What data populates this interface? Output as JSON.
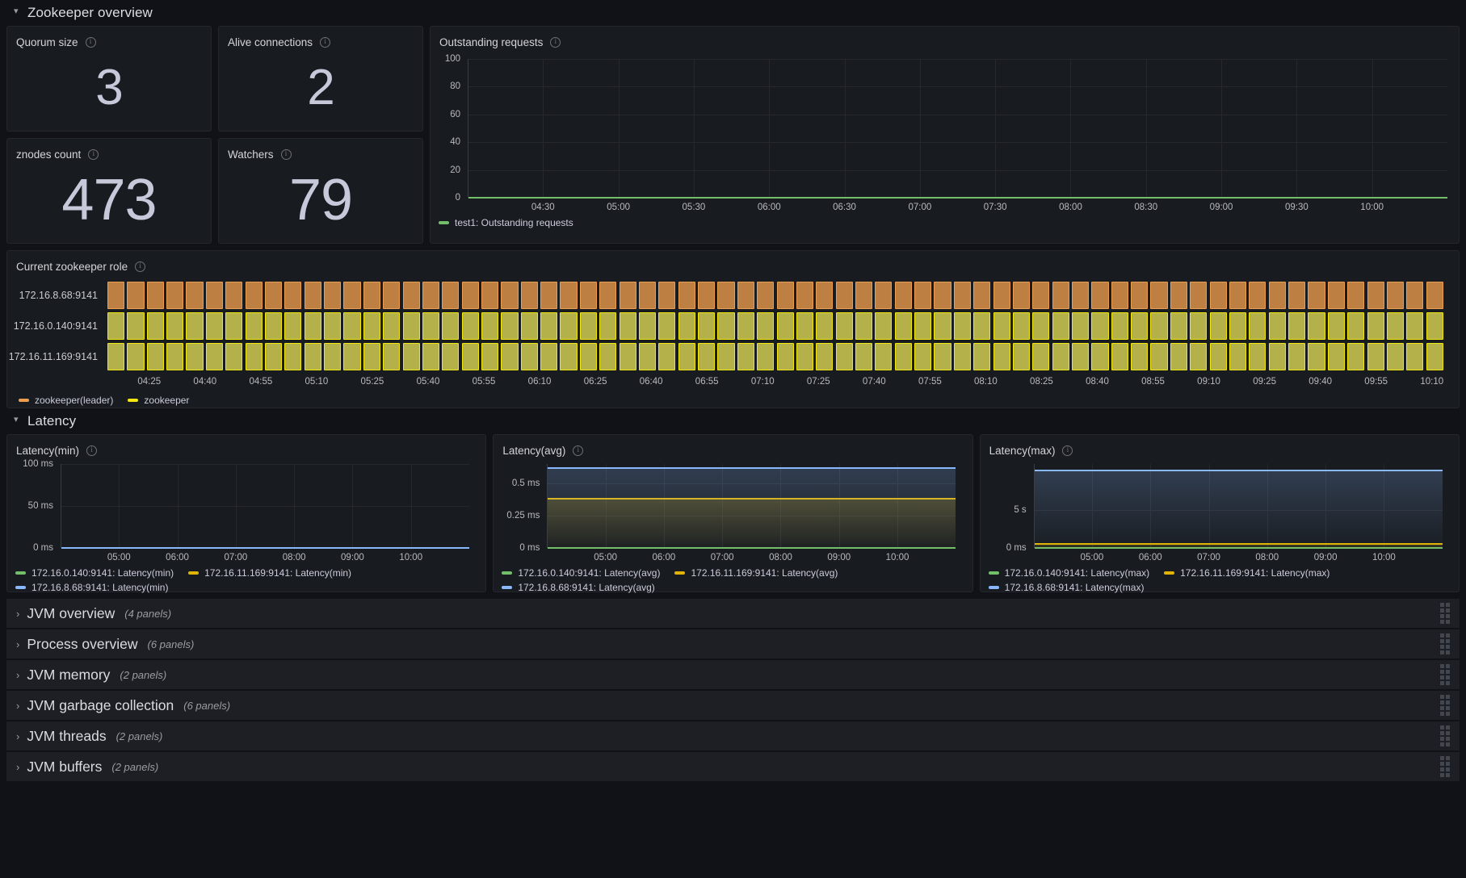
{
  "sections": {
    "zookeeper_overview": {
      "title": "Zookeeper overview",
      "chevron": "chevron-down"
    },
    "latency": {
      "title": "Latency",
      "chevron": "chevron-down"
    }
  },
  "stats": [
    {
      "title": "Quorum size",
      "value": "3",
      "info": "info-icon"
    },
    {
      "title": "Alive connections",
      "value": "2",
      "info": "info-icon"
    },
    {
      "title": "znodes count",
      "value": "473",
      "info": "info-icon"
    },
    {
      "title": "Watchers",
      "value": "79",
      "info": "info-icon"
    }
  ],
  "panels": {
    "outstanding": {
      "title": "Outstanding requests"
    },
    "role": {
      "title": "Current zookeeper role"
    },
    "lat_min": {
      "title": "Latency(min)"
    },
    "lat_avg": {
      "title": "Latency(avg)"
    },
    "lat_max": {
      "title": "Latency(max)"
    }
  },
  "collapsed_rows": [
    {
      "title": "JVM overview",
      "count": "(4 panels)"
    },
    {
      "title": "Process overview",
      "count": "(6 panels)"
    },
    {
      "title": "JVM memory",
      "count": "(2 panels)"
    },
    {
      "title": "JVM garbage collection",
      "count": "(6 panels)"
    },
    {
      "title": "JVM threads",
      "count": "(2 panels)"
    },
    {
      "title": "JVM buffers",
      "count": "(2 panels)"
    }
  ],
  "colors": {
    "green": "#73bf69",
    "yellow": "#e0b400",
    "blue": "#8ab8ff",
    "orange": "#eb9e50",
    "role_yellow": "#f2e70e",
    "role_yellow_fill": "#b5b14a",
    "role_orange_fill": "#be7f42",
    "panel_bg": "#181b1f",
    "page_bg": "#111217"
  },
  "chart_data": [
    {
      "id": "outstanding_requests",
      "type": "line",
      "title": "Outstanding requests",
      "xlabel": "",
      "ylabel": "",
      "ylim": [
        0,
        100
      ],
      "yticks": [
        "0",
        "20",
        "40",
        "60",
        "80",
        "100"
      ],
      "xticks": [
        "04:30",
        "05:00",
        "05:30",
        "06:00",
        "06:30",
        "07:00",
        "07:30",
        "08:00",
        "08:30",
        "09:00",
        "09:30",
        "10:00"
      ],
      "grid": true,
      "legend_position": "bottom",
      "series": [
        {
          "name": "test1: Outstanding requests",
          "color": "#73bf69",
          "constant_value": 0
        }
      ]
    },
    {
      "id": "current_zookeeper_role",
      "type": "state-timeline",
      "title": "Current zookeeper role",
      "rows": [
        "172.16.8.68:9141",
        "172.16.0.140:9141",
        "172.16.11.169:9141"
      ],
      "row_states": [
        "zookeeper(leader)",
        "zookeeper",
        "zookeeper"
      ],
      "xticks": [
        "04:25",
        "04:40",
        "04:55",
        "05:10",
        "05:25",
        "05:40",
        "05:55",
        "06:10",
        "06:25",
        "06:40",
        "06:55",
        "07:10",
        "07:25",
        "07:40",
        "07:55",
        "08:10",
        "08:25",
        "08:40",
        "08:55",
        "09:10",
        "09:25",
        "09:40",
        "09:55",
        "10:10"
      ],
      "legend_position": "bottom",
      "legend": [
        {
          "name": "zookeeper(leader)",
          "color": "#eb9e50"
        },
        {
          "name": "zookeeper",
          "color": "#f2e70e"
        }
      ]
    },
    {
      "id": "latency_min",
      "type": "line",
      "title": "Latency(min)",
      "ylim": [
        0,
        110
      ],
      "yticks": [
        "0 ms",
        "50 ms",
        "100 ms"
      ],
      "xticks": [
        "05:00",
        "06:00",
        "07:00",
        "08:00",
        "09:00",
        "10:00"
      ],
      "grid": true,
      "legend_position": "bottom",
      "series": [
        {
          "name": "172.16.0.140:9141: Latency(min)",
          "color": "#73bf69",
          "constant_value": 0
        },
        {
          "name": "172.16.11.169:9141: Latency(min)",
          "color": "#e0b400",
          "constant_value": 0
        },
        {
          "name": "172.16.8.68:9141: Latency(min)",
          "color": "#8ab8ff",
          "constant_value": 0
        }
      ]
    },
    {
      "id": "latency_avg",
      "type": "area",
      "title": "Latency(avg)",
      "ylim": [
        0,
        0.65
      ],
      "yticks": [
        "0 ms",
        "0.25 ms",
        "0.5 ms"
      ],
      "xticks": [
        "05:00",
        "06:00",
        "07:00",
        "08:00",
        "09:00",
        "10:00"
      ],
      "grid": true,
      "legend_position": "bottom",
      "series": [
        {
          "name": "172.16.0.140:9141: Latency(avg)",
          "color": "#73bf69",
          "constant_value": 0
        },
        {
          "name": "172.16.11.169:9141: Latency(avg)",
          "color": "#e0b400",
          "constant_value": 0.38
        },
        {
          "name": "172.16.8.68:9141: Latency(avg)",
          "color": "#8ab8ff",
          "constant_value": 0.62
        }
      ]
    },
    {
      "id": "latency_max",
      "type": "area",
      "title": "Latency(max)",
      "ylim": [
        0,
        11
      ],
      "yticks": [
        "0 ms",
        "5 s"
      ],
      "xticks": [
        "05:00",
        "06:00",
        "07:00",
        "08:00",
        "09:00",
        "10:00"
      ],
      "grid": true,
      "legend_position": "bottom",
      "series": [
        {
          "name": "172.16.0.140:9141: Latency(max)",
          "color": "#73bf69",
          "constant_value": 0
        },
        {
          "name": "172.16.11.169:9141: Latency(max)",
          "color": "#e0b400",
          "constant_value": 0.55
        },
        {
          "name": "172.16.8.68:9141: Latency(max)",
          "color": "#8ab8ff",
          "constant_value": 10.2
        }
      ]
    }
  ]
}
